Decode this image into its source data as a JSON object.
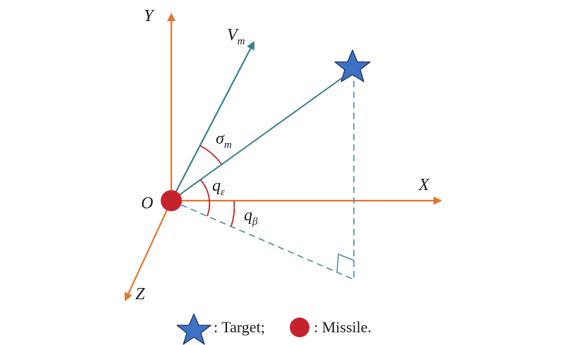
{
  "colors": {
    "axis": "#e2772f",
    "line": "#3a7f93",
    "dashed": "#4f8a9f",
    "arc": "#c0262f",
    "missile": "#c4232d",
    "target": "#3d72c6",
    "text": "#1a1a1a"
  },
  "axes": {
    "x": "X",
    "y": "Y",
    "z": "Z",
    "origin": "O"
  },
  "vectors": {
    "velocity_main": "V",
    "velocity_sub": "m"
  },
  "angles": {
    "sigma_main": "σ",
    "sigma_sub": "m",
    "q_eps_main": "q",
    "q_eps_sub": "ε",
    "q_beta_main": "q",
    "q_beta_sub": "β"
  },
  "legend": {
    "target_icon": "star-icon",
    "missile_icon": "circle-icon",
    "target_label": ": Target;",
    "missile_label": ": Missile."
  }
}
